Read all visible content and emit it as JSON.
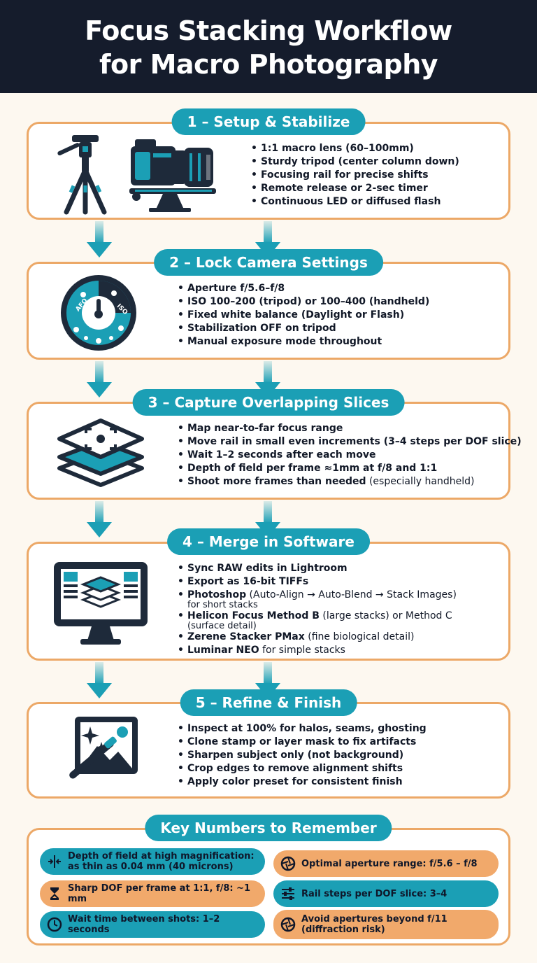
{
  "title": {
    "line1": "Focus Stacking Workflow",
    "line2": "for Macro Photography"
  },
  "steps": [
    {
      "label": "1 – Setup & Stabilize",
      "icon": "tripod-and-camera-on-rail-icon",
      "bullets": [
        "1:1 macro lens (60–100mm)",
        "Sturdy tripod (center column down)",
        "Focusing rail for precise shifts",
        "Remote release or 2-sec timer",
        "Continuous LED or diffused flash"
      ]
    },
    {
      "label": "2 – Lock Camera Settings",
      "icon": "camera-mode-dial-icon",
      "dial_labels": [
        "AFO",
        "ISO"
      ],
      "bullets": [
        "Aperture f/5.6–f/8",
        "ISO 100–200 (tripod) or 100–400 (handheld)",
        "Fixed white balance (Daylight or Flash)",
        "Stabilization OFF on tripod",
        "Manual exposure mode throughout"
      ]
    },
    {
      "label": "3 – Capture Overlapping Slices",
      "icon": "stacked-layers-focus-icon",
      "bullets": [
        "Map near-to-far focus range",
        "Move rail in small even increments (3–4 steps per DOF slice)",
        "Wait 1–2 seconds after each move",
        "Depth of field per frame ≈1mm at f/8 and 1:1",
        "Shoot more frames than needed",
        " (especially handheld)"
      ]
    },
    {
      "label": "4 – Merge in Software",
      "icon": "monitor-layers-icon",
      "bullets": [
        "Sync RAW edits in Lightroom",
        "Export as 16-bit TIFFs",
        "Photoshop",
        " (Auto-Align → Auto-Blend → Stack Images)",
        "for short stacks",
        "Helicon Focus Method B",
        " (large stacks) or Method C",
        "(surface detail)",
        "Zerene Stacker PMax",
        " (fine biological detail)",
        "Luminar NEO",
        " for simple stacks"
      ]
    },
    {
      "label": "5 – Refine & Finish",
      "icon": "magic-wand-image-icon",
      "bullets": [
        "Inspect at 100% for halos, seams, ghosting",
        "Clone stamp or layer mask to fix artifacts",
        "Sharpen subject only (not background)",
        "Crop edges to remove alignment shifts",
        "Apply color preset for consistent finish"
      ]
    }
  ],
  "key_numbers": {
    "label": "Key Numbers to Remember",
    "items": [
      {
        "text1": "Depth of field at high magnification:",
        "text2": "as thin as 0.04 mm (40 microns)",
        "icon": "depth-arrows-icon",
        "color": "#1b9fb5"
      },
      {
        "text1": "Optimal aperture range: f/5.6 – f/8",
        "icon": "aperture-icon",
        "color": "#f1a96b"
      },
      {
        "text1": "Sharp DOF per frame at 1:1, f/8: ~1 mm",
        "icon": "hourglass-icon",
        "color": "#f1a96b"
      },
      {
        "text1": "Rail steps per DOF slice: 3–4",
        "icon": "sliders-icon",
        "color": "#1b9fb5"
      },
      {
        "text1": "Wait time between shots: 1–2 seconds",
        "icon": "clock-icon",
        "color": "#1b9fb5"
      },
      {
        "text1": "Avoid apertures beyond f/11",
        "text2": "(diffraction risk)",
        "icon": "aperture-icon",
        "color": "#f1a96b"
      }
    ]
  },
  "colors": {
    "navy": "#151c2c",
    "teal": "#1b9fb5",
    "orange": "#eca867",
    "dark": "#1e2a3a"
  }
}
